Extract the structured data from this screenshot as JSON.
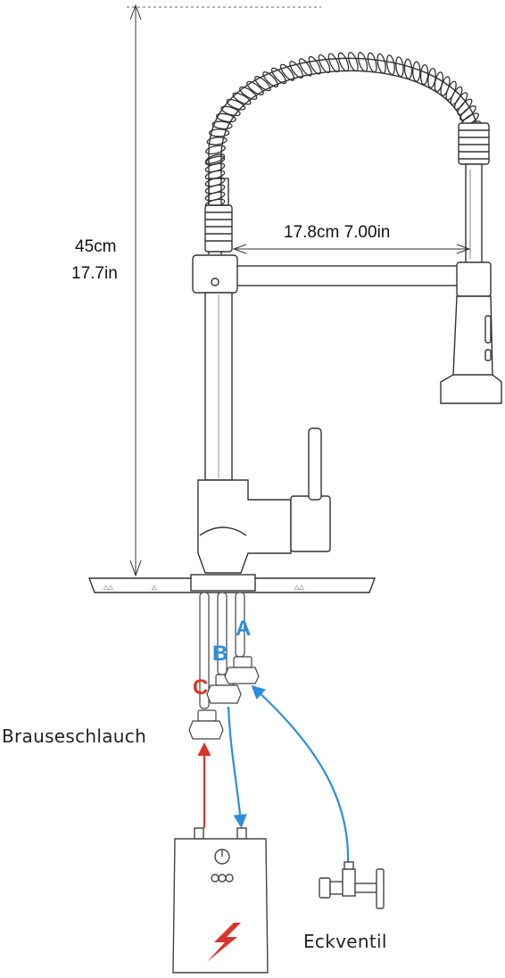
{
  "dimensions": {
    "height_cm": "45cm",
    "height_in": "17.7in",
    "reach": "17.8cm  7.00in"
  },
  "hoses": {
    "a": "A",
    "b": "B",
    "c": "C"
  },
  "labels": {
    "spray_hose": "Brauseschlauch",
    "angle_valve": "Eckventil"
  },
  "deck_marks": {
    "mark_1": "△△",
    "mark_2": "△△",
    "mark_3": "△"
  },
  "colors": {
    "hot": "#d9342b",
    "cold": "#2a8fdc",
    "line": "#333333"
  }
}
